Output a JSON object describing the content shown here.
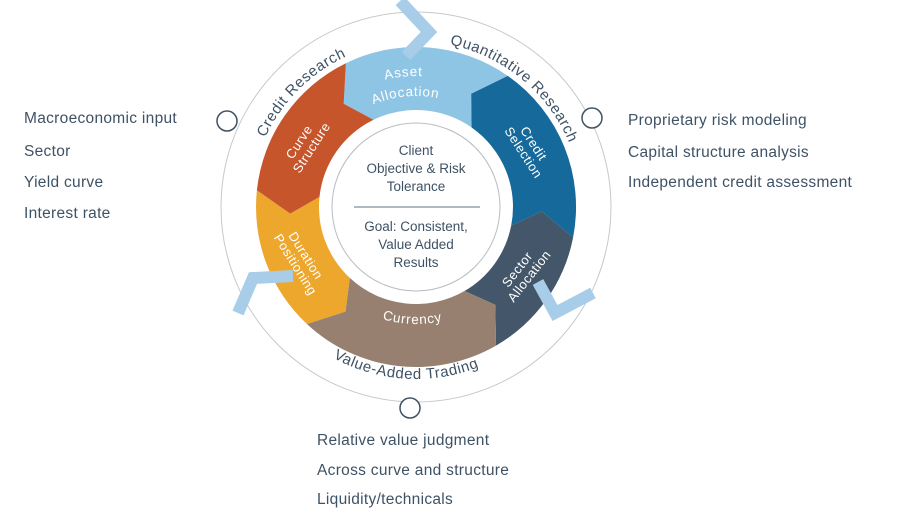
{
  "diagram": {
    "center": {
      "line1": "Client",
      "line2": "Objective & Risk",
      "line3": "Tolerance",
      "line4": "Goal: Consistent,",
      "line5": "Value Added",
      "line6": "Results"
    },
    "segments": [
      {
        "name": "Asset Allocation",
        "line1": "Asset",
        "line2": "Allocation",
        "color": "#8ec4e4"
      },
      {
        "name": "Credit Selection",
        "line1": "Credit",
        "line2": "Selection",
        "color": "#16699b"
      },
      {
        "name": "Sector Allocation",
        "line1": "Sector",
        "line2": "Allocation",
        "color": "#43566a"
      },
      {
        "name": "Currency",
        "line1": "Currency",
        "color": "#97806f"
      },
      {
        "name": "Duration Positioning",
        "line1": "Duration",
        "line2": "Positioning",
        "color": "#eca72c"
      },
      {
        "name": "Curve Structure",
        "line1": "Curve",
        "line2": "Structure",
        "color": "#c6552c"
      }
    ],
    "ring_labels": {
      "top_left": "Credit Research",
      "top_right": "Quantitative Research",
      "bottom": "Value-Added Trading"
    },
    "colors": {
      "arrow": "#a8cde9",
      "text": "#3e5265",
      "circle_stroke": "#c6c9cc",
      "disc_stroke": "#b6bdc4"
    }
  },
  "annotations": {
    "left": {
      "line1": "Macroeconomic input",
      "line2": "Sector",
      "line3": "Yield curve",
      "line4": "Interest rate"
    },
    "right": {
      "line1": "Proprietary risk modeling",
      "line2": "Capital structure analysis",
      "line3": "Independent credit assessment"
    },
    "bottom": {
      "line1": "Relative value judgment",
      "line2": "Across curve and structure",
      "line3": "Liquidity/technicals"
    }
  }
}
